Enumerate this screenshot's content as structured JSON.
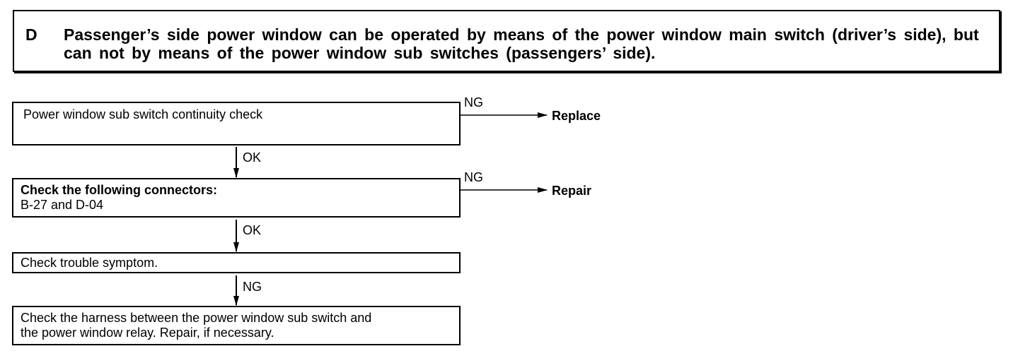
{
  "header": {
    "letter": "D",
    "text": "Passenger’s side power window can be operated by means of the power window main switch (driver’s side), but can not by means of the power window sub switches (passengers’ side)."
  },
  "steps": [
    {
      "line1": "Power window sub switch continuity check",
      "line2": ""
    },
    {
      "line1": "Check the following connectors:",
      "line2": "B-27 and D-04"
    },
    {
      "line1": "Check trouble symptom.",
      "line2": ""
    },
    {
      "line1": "Check the harness between the power window sub switch and",
      "line2": "the power window relay. Repair, if necessary."
    }
  ],
  "branches": [
    {
      "label": "NG",
      "result": "Replace"
    },
    {
      "label": "NG",
      "result": "Repair"
    }
  ],
  "vertical_labels": [
    "OK",
    "OK",
    "NG"
  ]
}
